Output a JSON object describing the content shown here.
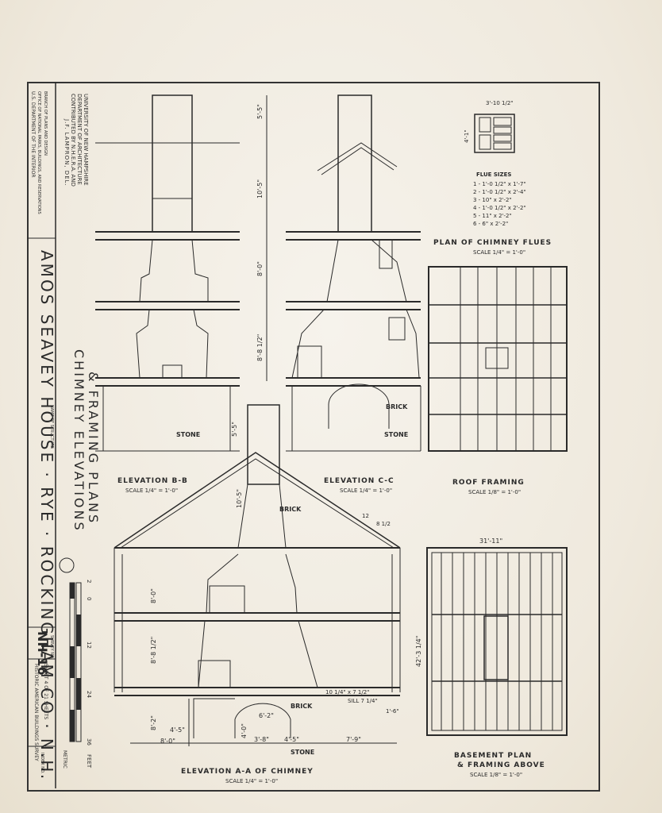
{
  "title_block": {
    "main_title": "AMOS SEAVEY HOUSE · RYE · ROCKINGHAM CO · N.H.",
    "name_of_structure": "NAME OF STRUCTURE",
    "survey_no": "NH-16",
    "survey_no_label": "SURVEY NO.",
    "agency": "HISTORIC AMERICAN BUILDINGS SURVEY",
    "sheet": "SHEET 4 OF 21 SHEETS",
    "index_no": "INDEX NO.",
    "drawn_by": "J.F. LAMPRON, DEL.",
    "contributed_1": "CONTRIBUTED BY N.H.E.R.A. AND",
    "contributed_2": "DEPARTMENT OF ARCHITECTURE",
    "contributed_3": "UNIVERSITY OF NEW HAMPSHIRE",
    "dept_1": "U.S. DEPARTMENT OF THE INTERIOR",
    "dept_2": "OFFICE OF NATIONAL PARKS, BUILDINGS, AND RESERVATIONS",
    "dept_3": "BRANCH OF PLANS AND DESIGN",
    "drawing_title_1": "CHIMNEY ELEVATIONS",
    "drawing_title_2": "& FRAMING PLANS",
    "scale_feet": "FEET",
    "scale_metric": "METRIC",
    "scale_labels": [
      "2",
      "0",
      "12",
      "24",
      "36"
    ]
  },
  "views": {
    "elev_bb": "ELEVATION B-B",
    "elev_bb_scale": "SCALE 1/4\" = 1'-0\"",
    "elev_cc": "ELEVATION C-C",
    "elev_cc_scale": "SCALE 1/4\" = 1'-0\"",
    "plan_flues": "PLAN OF CHIMNEY FLUES",
    "plan_flues_scale": "SCALE 1/4\" = 1'-0\"",
    "roof_framing": "ROOF FRAMING",
    "roof_framing_scale": "SCALE 1/8\" = 1'-0\"",
    "elev_aa": "ELEVATION A-A OF CHIMNEY",
    "elev_aa_scale": "SCALE 1/4\" = 1'-0\"",
    "basement_1": "BASEMENT PLAN",
    "basement_2": "& FRAMING ABOVE",
    "basement_scale": "SCALE 1/8\" = 1'-0\""
  },
  "flue_sizes": {
    "heading": "FLUE SIZES",
    "width_dim": "3'-10 1/2\"",
    "height_dim": "4'-1\"",
    "rows": [
      "1 - 1'-0 1/2\" x 1'-7\"",
      "2 - 1'-0 1/2\" x 2'-4\"",
      "3 - 10\" x 2'-2\"",
      "4 - 1'-0 1/2\" x 2'-2\"",
      "5 - 11\" x 2'-2\"",
      "6 - 6\" x 2'-2\""
    ]
  },
  "labels": {
    "stone": "STONE",
    "brick": "BRICK",
    "d_5_5": "5'-5\"",
    "d_10_5": "10'-5\"",
    "d_8_0": "8'-0\"",
    "d_8_8": "8'-8 1/2\"",
    "d_8_2": "8'-2\"",
    "d_6_2": "6'-2\"",
    "d_4_5": "4'-5\"",
    "d_8_0b": "8'-0\"",
    "d_3_8": "3'-8\"",
    "d_7_9": "7'-9\"",
    "d_4_0": "4'-0\"",
    "sill": "SILL 7 1/4\"",
    "joist": "10 1/4\" x 7 1/2\"",
    "d_1_6": "1'-6\"",
    "d_31_11": "31'-11\"",
    "d_42": "42'-3 1/4\"",
    "pitch": "12",
    "pitch_b": "8 1/2"
  }
}
